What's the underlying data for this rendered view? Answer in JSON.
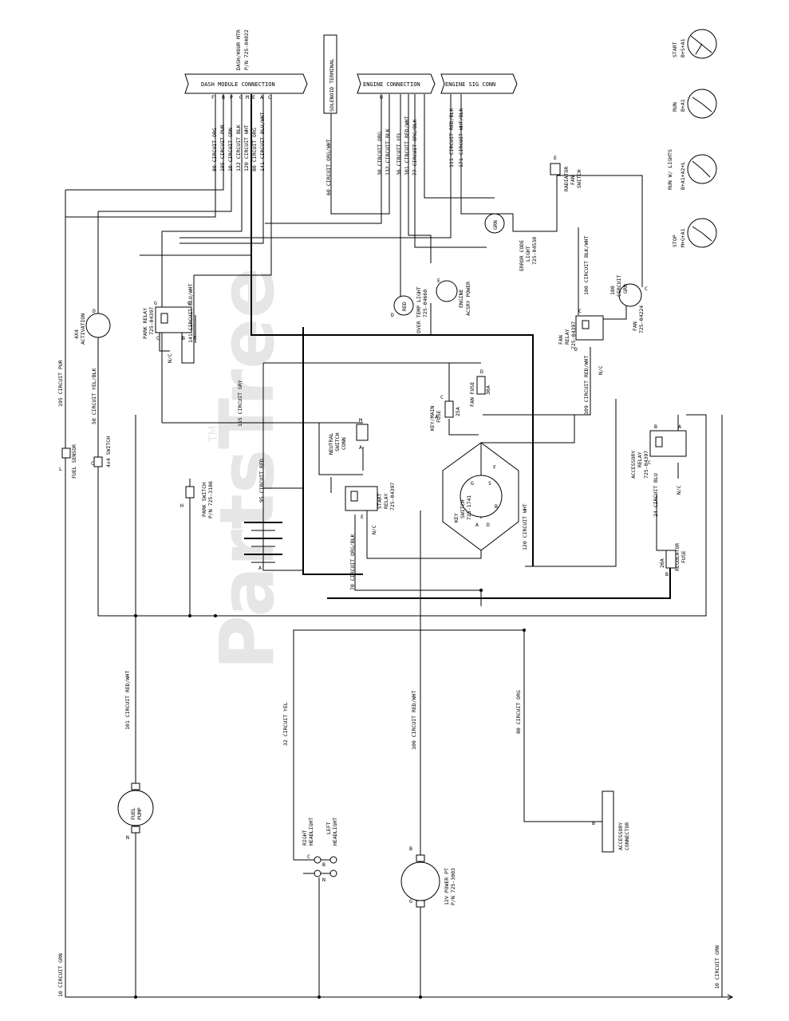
{
  "watermark": {
    "text": "PartsTree",
    "tm": "TM"
  },
  "headers": {
    "dash_module": "DASH MODULE CONNECTION",
    "dash_hour_mtr": "DASH/HOUR MTR",
    "dash_hour_pn": "P/N 725-04022",
    "solenoid_terminal": "SOLENOID TERMINAL",
    "engine_connection": "ENGINE CONNECTION",
    "engine_sig_conn": "ENGINE SIG CONN"
  },
  "dash_pins": [
    "F",
    "B",
    "P",
    "G",
    "M",
    "E",
    "A",
    "C"
  ],
  "dash_wires": [
    "80 CIRCUIT ORG",
    "195 CIRCUIT PUR",
    "10 CIRCUIT GRN",
    "132 CIRCUIT BLK",
    "120 CIRCUIT WHT",
    "80 CIRCUIT ORG",
    "141 CIRCUIT BLU/WHT"
  ],
  "engine_pin": "U",
  "engine_wires": [
    "30 CIRCUIT ORG",
    "132 CIRCUIT BLK",
    "36 CIRCUIT YEL",
    "101 CIRCUIT RED/WHT",
    "77 CIRCUIT ORG/BLK"
  ],
  "sig_wires": [
    "111 CIRCUIT RED/BLK",
    "171 CIRCUIT WHT/BLK"
  ],
  "solenoid_wire": "60 CIRCUIT ORG/WHT",
  "switch_positions": [
    {
      "name": "START",
      "code": "B+S+A1"
    },
    {
      "name": "RUN",
      "code": "B+A1"
    },
    {
      "name": "RUN W/ LIGHTS",
      "code": "B+A1+A2+L"
    },
    {
      "name": "STOP",
      "code": "M+G+A1"
    }
  ],
  "components": {
    "radiator_fan_switch": [
      "RADIATOR",
      "FAN",
      "SWITCH"
    ],
    "error_code_light": [
      "ERROR CODE",
      "LIGHT",
      "725-04530"
    ],
    "grn": "GRN",
    "red": "RED",
    "over_temp_light": [
      "OVER TEMP LIGHT",
      "725-04660"
    ],
    "engine_acsry_power": [
      "ENGINE",
      "ACSRY POWER"
    ],
    "fan_relay": [
      "FAN",
      "RELAY",
      "725-04397"
    ],
    "fan": [
      "FAN",
      "725-04224"
    ],
    "circuit_180": [
      "180",
      "CIRCUIT",
      "GRN"
    ],
    "wire_180_blk_wht": "180 CIRCUIT BLK/WHT",
    "wire_109_red_wht": "109 CIRCUIT RED/WHT",
    "nc": "N/C",
    "park_relay": [
      "PARK RELAY",
      "725-04397"
    ],
    "wire_141_blu_wht": "141 CIRCUIT BLU/WHT",
    "activation_4x4": [
      "4X4",
      "ACTIVATION"
    ],
    "wire_195_pur": "195 CIRCUIT PUR",
    "wire_50_yel_blk": "50 CIRCUIT YEL/BLK",
    "fuel_sensor": "FUEL SENSOR",
    "switch_4x4": "4x4 SWITCH",
    "wire_155_gry": "155 CIRCUIT GRY",
    "neutral_switch": [
      "NEUTRAL",
      "SWITCH",
      "CONN"
    ],
    "keymain_fuse": [
      "KEY/MAIN",
      "FUSE",
      "25A"
    ],
    "fan_fuse": [
      "FAN FUSE",
      "30A"
    ],
    "park_switch": [
      "PARK SWITCH",
      "P/N 725-3186"
    ],
    "wire_95_red": "95 CIRCUIT RED",
    "start_relay": [
      "START",
      "RELAY",
      "725-04397"
    ],
    "key_switch": [
      "KEY",
      "SWITCH",
      "725-1741"
    ],
    "wire_120_wht": "120 CIRCUIT WHT",
    "wire_70_org_blk": "70 CIRCUIT ORG/BLK",
    "accessory_relay": [
      "ACCESSORY",
      "RELAY",
      "725-04397"
    ],
    "wire_24_blu": "24 CIRCUIT BLU",
    "regulator_fuse": [
      "20A",
      "REGULATOR",
      "FUSE"
    ],
    "wire_101_red_wht": "101 CIRCUIT RED/WHT",
    "wire_32_yel": "32 CIRCUIT YEL",
    "wire_100_red_wht": "100 CIRCUIT RED/WHT",
    "wire_80_org": "80 CIRCUIT ORG",
    "fuel_pump": [
      "FUEL",
      "PUMP"
    ],
    "headlights": [
      "RIGHT",
      "HEADLIGHT",
      "LEFT",
      "HEADLIGHT"
    ],
    "power_pt": [
      "12V POWER PT",
      "P/N 725-3003"
    ],
    "accessory_connector": [
      "ACCESSORY",
      "CONNECTOR"
    ],
    "wire_10_grn": "10 CIRCUIT GRN"
  },
  "pin_letters": {
    "a": "A",
    "b": "B",
    "c": "C",
    "d": "D",
    "e": "E",
    "f": "F",
    "g": "G",
    "h": "H",
    "l": "L",
    "m": "M",
    "n": "N",
    "s": "S"
  }
}
